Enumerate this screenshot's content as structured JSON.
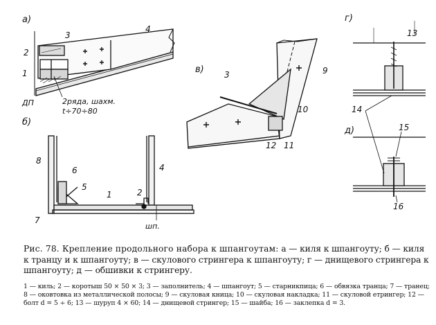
{
  "figure": {
    "view_labels": {
      "a": "а)",
      "b": "б)",
      "v": "в)",
      "g": "г)",
      "d": "д)"
    },
    "part_numbers": {
      "a": [
        "1",
        "2",
        "3",
        "4"
      ],
      "b": [
        "1",
        "2",
        "4",
        "5",
        "6",
        "7",
        "8"
      ],
      "v": [
        "3",
        "9",
        "10",
        "11",
        "12"
      ],
      "g": [
        "13",
        "14"
      ],
      "d": [
        "15",
        "16"
      ]
    },
    "annotations": {
      "dp": "ДП",
      "two_rows": "2ряда, шахм.",
      "pitch": "t÷70÷80",
      "shp": "шп."
    }
  },
  "caption": {
    "title": "Рис. 78. Крепление продольного набора к шпангоутам:",
    "body": " а — киля к шпангоуту; б — киля к транцу и к шпангоуту; в — скулового стрингера к шпангоуту; г — днищевого стрингера к шпангоуту; д — обшивки к стрингеру."
  },
  "legend": {
    "text": "1 — киль; 2 — коротыш 50 × 50 × 3; 3 — заполнитель; 4 — шпангоут; 5 — старникпица; 6 — обвязка транца; 7 — транец; 8 — оковтовка из металлической полосы; 9 — скуловая кница; 10 — скуловая накладка; 11 — скуловой етрингер; 12 — болт d = 5 ÷ 6; 13 — шуруп 4 × 60; 14 — днищевой стрингер; 15 — шайба; 16 — заклепка d = 3."
  }
}
